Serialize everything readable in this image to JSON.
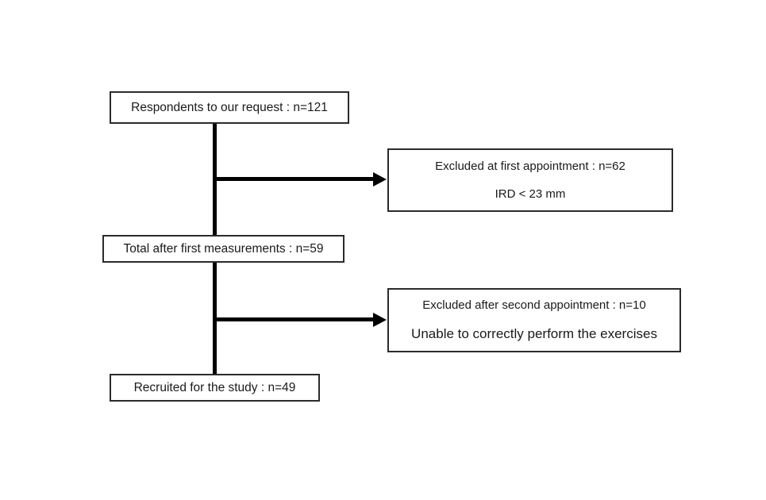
{
  "diagram": {
    "type": "flowchart",
    "orientation": "top-to-bottom-with-right-branches",
    "background_color": "#ffffff",
    "line_color": "#000000",
    "box_border_color": "#2b2b2b",
    "text_color": "#1a1a1a",
    "nodes": {
      "respondents": {
        "line1": "Respondents to our request : n=121"
      },
      "excluded_first": {
        "line1": "Excluded at first appointment : n=62",
        "line2": "IRD < 23 mm"
      },
      "total_first": {
        "line1": "Total after first measurements : n=59"
      },
      "excluded_second": {
        "line1": "Excluded after second appointment : n=10",
        "line2": "Unable to correctly perform the exercises"
      },
      "recruited": {
        "line1": "Recruited for the study : n=49"
      }
    }
  }
}
